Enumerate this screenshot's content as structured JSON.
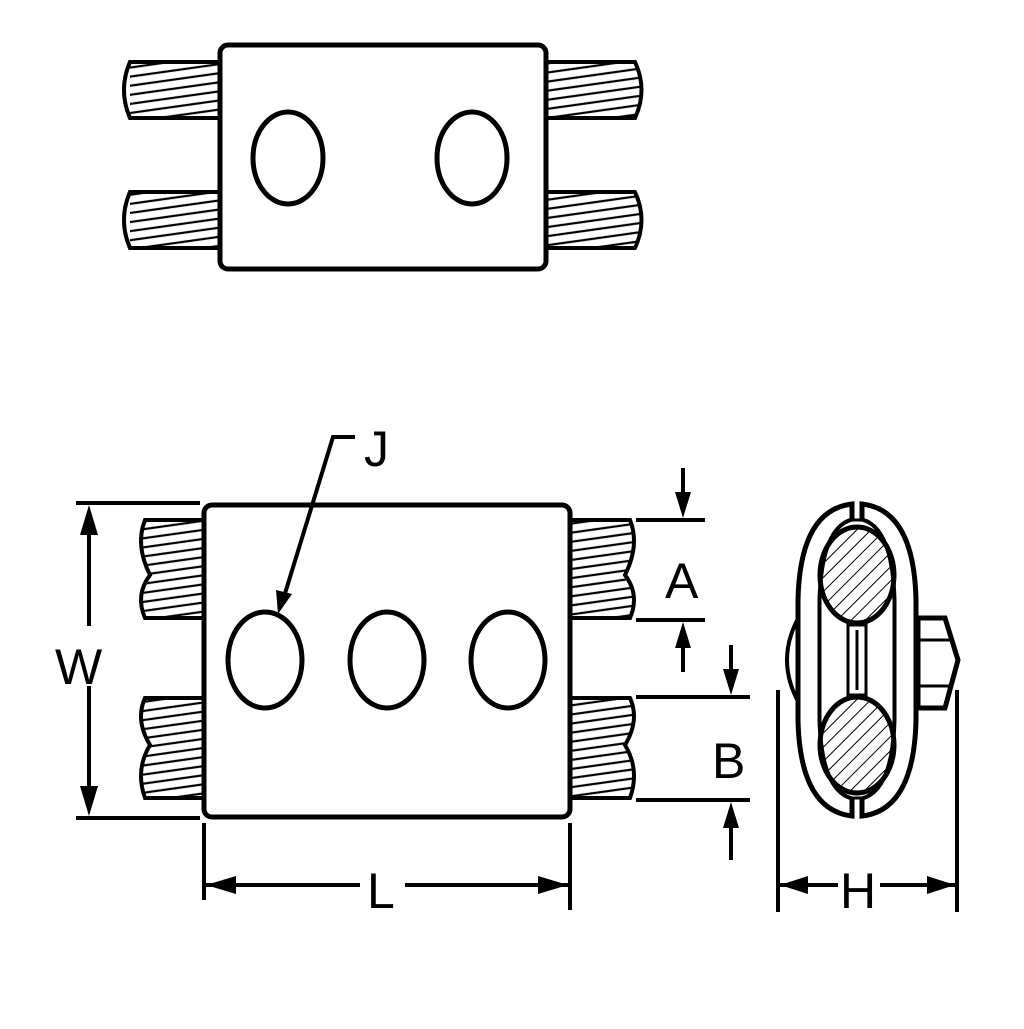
{
  "diagram": {
    "type": "technical line drawing",
    "views": [
      "top-view-two-bolt",
      "front-view-three-bolt",
      "end-view"
    ],
    "dimension_labels": {
      "j": "J",
      "a": "A",
      "b": "B",
      "w": "W",
      "l": "L",
      "h": "H"
    }
  },
  "colors": {
    "ink": "#000000",
    "paper": "#ffffff"
  }
}
